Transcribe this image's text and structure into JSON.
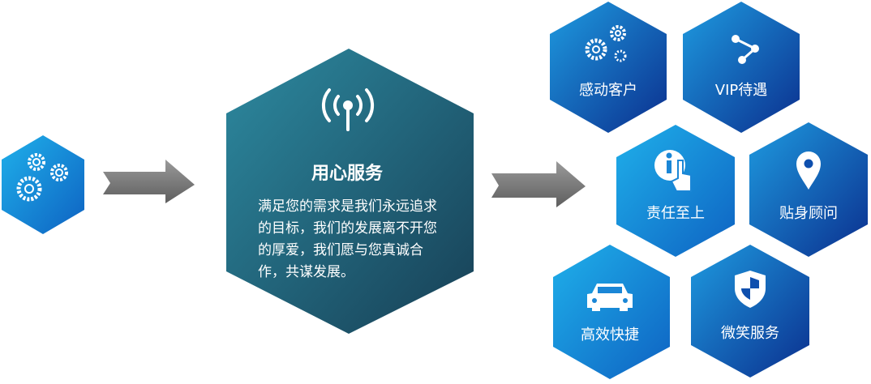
{
  "center": {
    "title": "用心服务",
    "text": "  满足您的需求是我们永远追求的目标，我们的发展离不开您的厚爱，我们愿与您真诚合作，共谋发展。"
  },
  "features": [
    {
      "label": "感动客户",
      "icon": "gears-icon"
    },
    {
      "label": "VIP待遇",
      "icon": "network-icon"
    },
    {
      "label": "责任至上",
      "icon": "hand-info-icon"
    },
    {
      "label": "贴身顾问",
      "icon": "location-pin-icon"
    },
    {
      "label": "高效快捷",
      "icon": "car-icon"
    },
    {
      "label": "微笑服务",
      "icon": "shield-icon"
    }
  ],
  "colors": {
    "blue_dark": "#0b2f8e",
    "blue_light": "#1e9be0",
    "teal_dark": "#1b5666",
    "teal_light": "#2d8aa0",
    "arrow": "#7a7a7a"
  }
}
